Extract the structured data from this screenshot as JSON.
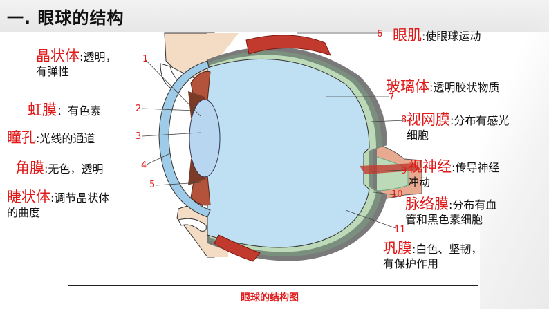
{
  "title": "一. 眼球的结构",
  "caption": "眼球的结构图",
  "labels": [
    {
      "id": "lens",
      "num": "1",
      "term": "晶状体",
      "desc": ":透明，",
      "desc2": "有弹性"
    },
    {
      "id": "iris",
      "num": "2",
      "term": "虹膜",
      "desc": "：有色素"
    },
    {
      "id": "pupil",
      "num": "3",
      "term": "瞳孔",
      "desc": ":光线的通道"
    },
    {
      "id": "cornea",
      "num": "4",
      "term": "角膜",
      "desc": ":无色，透明"
    },
    {
      "id": "ciliary",
      "num": "5",
      "term": "睫状体",
      "desc": ":调节晶状体",
      "desc2": "的曲度"
    },
    {
      "id": "muscle",
      "num": "6",
      "term": "眼肌",
      "desc": ":使眼球运动"
    },
    {
      "id": "vitreous",
      "num": "7",
      "term": "玻璃体",
      "desc": ":透明胶状物质"
    },
    {
      "id": "retina",
      "num": "8",
      "term": "视网膜",
      "desc": ":分布有感光",
      "desc2": "细胞"
    },
    {
      "id": "nerve",
      "num": "9",
      "term": "视神经",
      "desc": ":传导神经",
      "desc2": "冲动"
    },
    {
      "id": "choroid",
      "num": "10",
      "term": "脉络膜",
      "desc": ":分布有血",
      "desc2": "管和黑色素细胞"
    },
    {
      "id": "sclera",
      "num": "11",
      "term": "巩膜",
      "desc": ":白色、坚韧，",
      "desc2": "有保护作用"
    }
  ],
  "colors": {
    "accent": "#e01818",
    "vitreous": "#bfe0f2",
    "sclera_outer": "#7a7a7a",
    "choroid": "#7a8f7e",
    "retina": "#bcd9b8",
    "muscle": "#c23a2e",
    "skin": "#f4dcc4",
    "nerve_pink": "#e7a98f"
  }
}
